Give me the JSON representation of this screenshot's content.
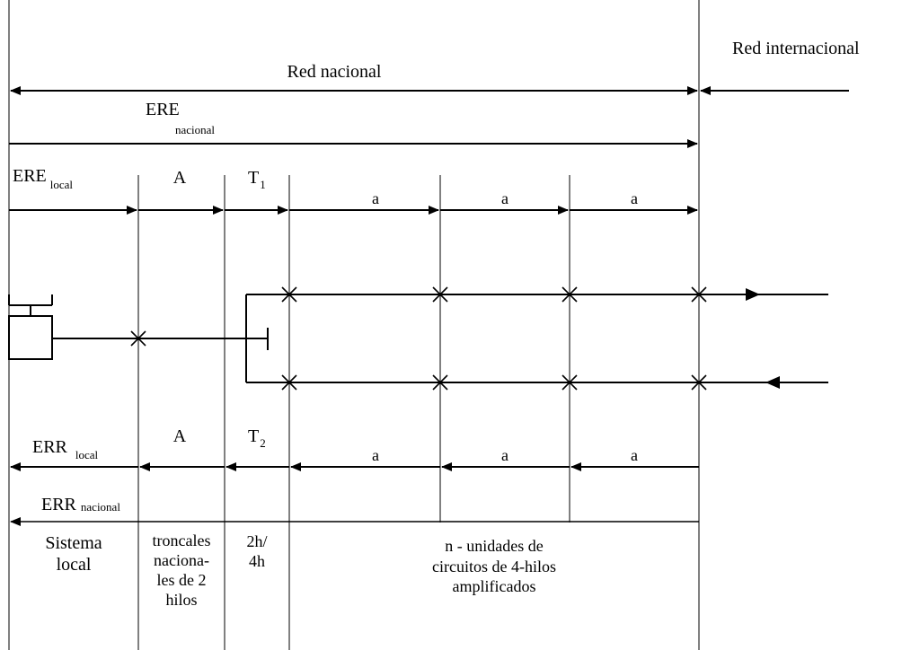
{
  "network": {
    "national": "Red nacional",
    "international": "Red internacional"
  },
  "send": {
    "ere_main": "ERE",
    "ere_sub_national": "nacional",
    "ere_local_main": "ERE",
    "ere_local_sub": "local",
    "seg_A": "A",
    "seg_T_main": "T",
    "seg_T_sub": "1",
    "seg_a": [
      "a",
      "a",
      "a"
    ]
  },
  "receive": {
    "err_local_main": "ERR",
    "err_local_sub": "local",
    "seg_A": "A",
    "seg_T_main": "T",
    "seg_T_sub": "2",
    "seg_a": [
      "a",
      "a",
      "a"
    ],
    "err_nacional_main": "ERR",
    "err_nacional_sub": "nacional"
  },
  "columns": {
    "local_system": [
      "Sistema",
      "local"
    ],
    "trunks": [
      "troncales",
      "naciona-",
      "les de 2",
      "hilos"
    ],
    "hybrid": [
      "2h/",
      "4h"
    ],
    "amplified": [
      "n - unidades de",
      "circuitos de 4-hilos",
      "amplificados"
    ]
  }
}
